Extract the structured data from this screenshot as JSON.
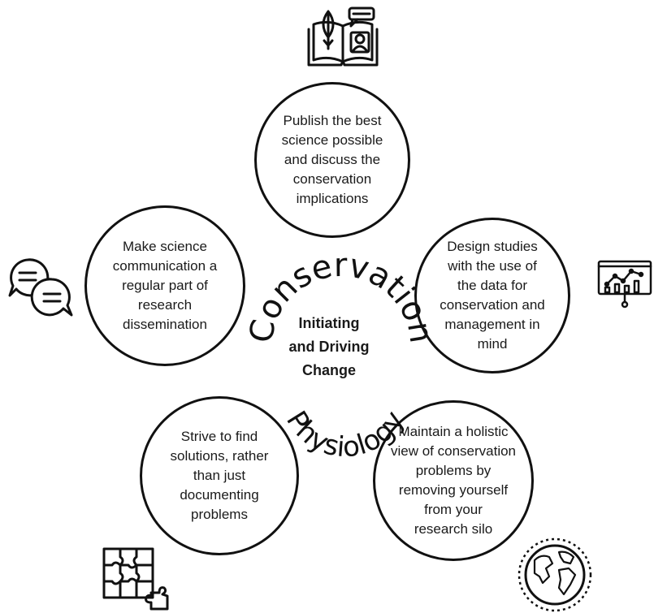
{
  "center": {
    "arc_top": "Conservation",
    "arc_bottom": "Physiology",
    "label": "Initiating\nand Driving\nChange"
  },
  "nodes": {
    "top": "Publish the best\nscience possible\nand discuss the\nconservation\nimplications",
    "right": "Design studies\nwith the use of\nthe data for\nconservation and\nmanagement in\nmind",
    "bottom_right": "Maintain a holistic\nview of conservation\nproblems by\nremoving yourself\nfrom your\nresearch silo",
    "bottom_left": "Strive to find\nsolutions, rather\nthan just\ndocumenting\nproblems",
    "left": "Make science\ncommunication a\nregular part of\nresearch\ndissemination"
  },
  "icons": {
    "top": "book-leaf-icon",
    "right": "presentation-chart-icon",
    "bottom_right": "globe-icon",
    "bottom_left": "puzzle-icon",
    "left": "chat-bubbles-icon"
  }
}
